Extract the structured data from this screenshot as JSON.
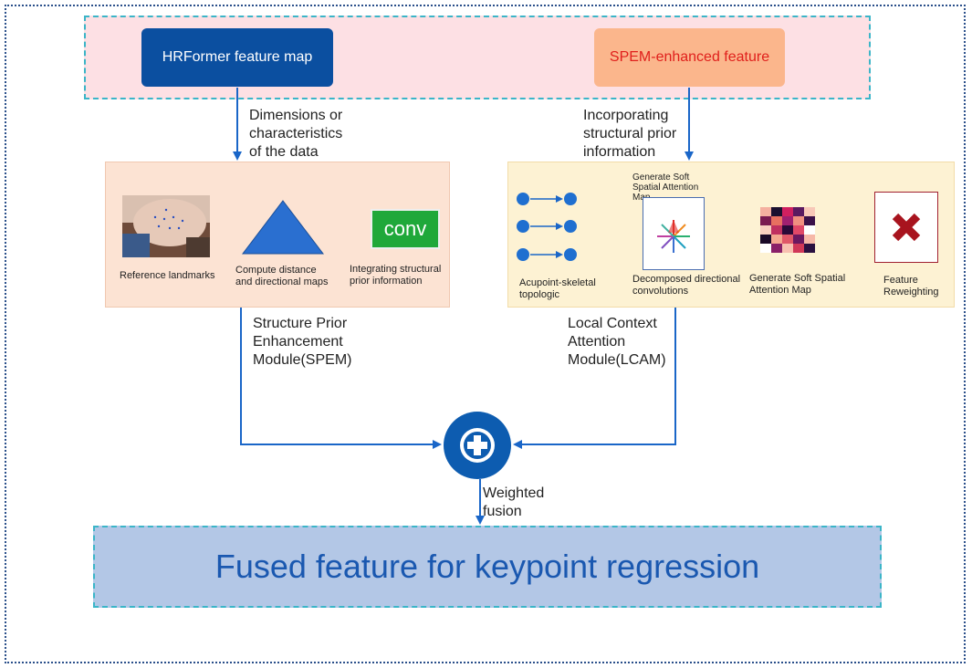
{
  "top": {
    "hrformer_label": "HRFormer feature map",
    "spem_enhanced_label": "SPEM-enhanced feature"
  },
  "arrows": {
    "left_note": [
      "Dimensions or",
      "characteristics",
      "of the data"
    ],
    "right_note": [
      "Incorporating",
      "structural prior",
      "information"
    ]
  },
  "spem_panel": {
    "landmarks_label": "Reference landmarks",
    "distance_label": [
      "Compute distance",
      "and directional maps"
    ],
    "conv_text": "conv",
    "integrating_label": [
      "Integrating structural",
      "prior information"
    ],
    "module_name": [
      "Structure Prior",
      "Enhancement",
      "Module(SPEM)"
    ]
  },
  "lcam_panel": {
    "topologic_label": [
      "Acupoint-skeletal",
      "topologic"
    ],
    "soft_attention_top": [
      "Generate Soft",
      "Spatial Attention",
      "Map"
    ],
    "decomposed_label": [
      "Decomposed directional",
      "convolutions"
    ],
    "soft_attention_label": [
      "Generate Soft Spatial",
      "Attention Map"
    ],
    "reweighting_label": [
      "Feature",
      "Reweighting"
    ],
    "module_name": [
      "Local Context",
      "Attention",
      "Module(LCAM)"
    ]
  },
  "fusion": {
    "note": [
      "Weighted",
      "fusion"
    ]
  },
  "output": {
    "label": "Fused feature for keypoint regression"
  },
  "colors": {
    "hrformer": "#0b4fa0",
    "spem_enhanced": "#fbb68c",
    "spem_enhanced_text": "#e0201c",
    "fusion_node": "#0d5cb0",
    "output_box": "#b3c7e6",
    "output_text": "#1a58b0",
    "conv_green": "#1fa83a"
  }
}
